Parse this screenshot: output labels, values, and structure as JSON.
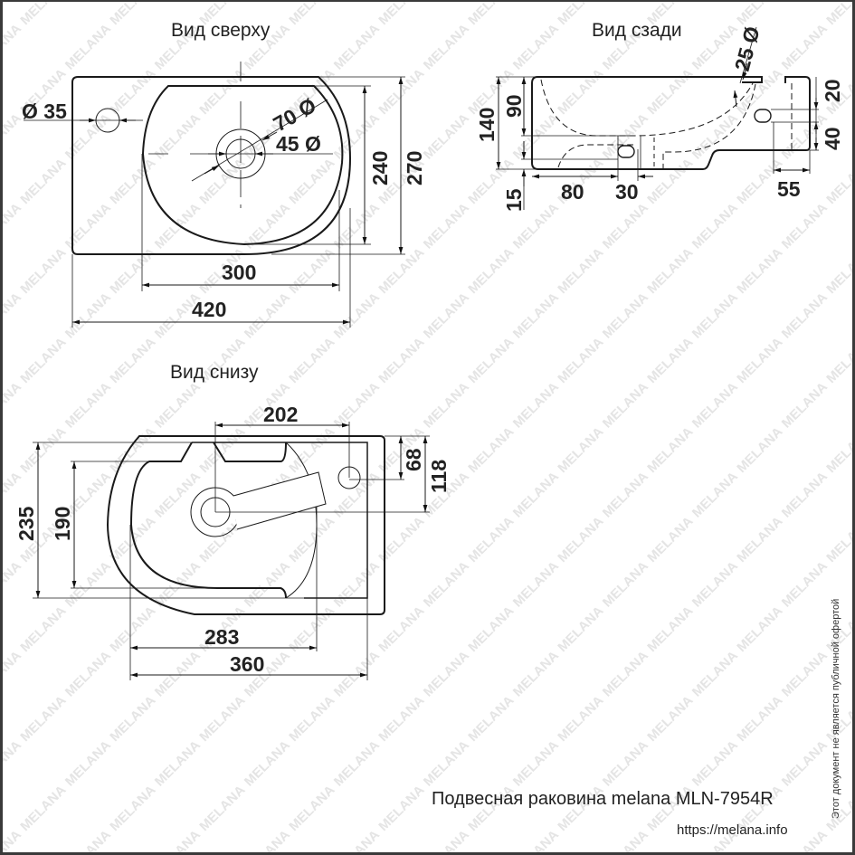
{
  "watermark": {
    "text": "MELANA",
    "color": "#e6e6e6"
  },
  "views": {
    "top": {
      "title": "Вид сверху",
      "dimensions": {
        "overflow_diameter": "Ø 35",
        "drain_outer_diameter": "70 Ø",
        "drain_inner_diameter": "45 Ø",
        "bowl_depth": "240",
        "total_depth": "270",
        "bowl_width": "300",
        "total_width": "420"
      }
    },
    "back": {
      "title": "Вид сзади",
      "dimensions": {
        "pipe_diameter": "25 Ø",
        "total_height": "140",
        "bowl_height": "90",
        "bottom_offset": "15",
        "hole_offset_x": "80",
        "hole_width": "30",
        "mount_offset_top": "20",
        "mount_hole_height": "40",
        "mount_offset_x": "55"
      }
    },
    "bottom": {
      "title": "Вид снизу",
      "dimensions": {
        "drain_to_hole": "202",
        "hole_offset_a": "68",
        "hole_offset_b": "118",
        "outer_height": "235",
        "inner_height": "190",
        "inner_width": "283",
        "outer_width": "360"
      }
    }
  },
  "footer": {
    "product_title": "Подвесная раковина melana MLN-7954R",
    "website": "https://melana.info",
    "disclaimer": "Этот документ не является публичной офертой"
  },
  "colors": {
    "line": "#1a1a1a",
    "dim_line": "#333333",
    "border": "#3a3a3a"
  }
}
